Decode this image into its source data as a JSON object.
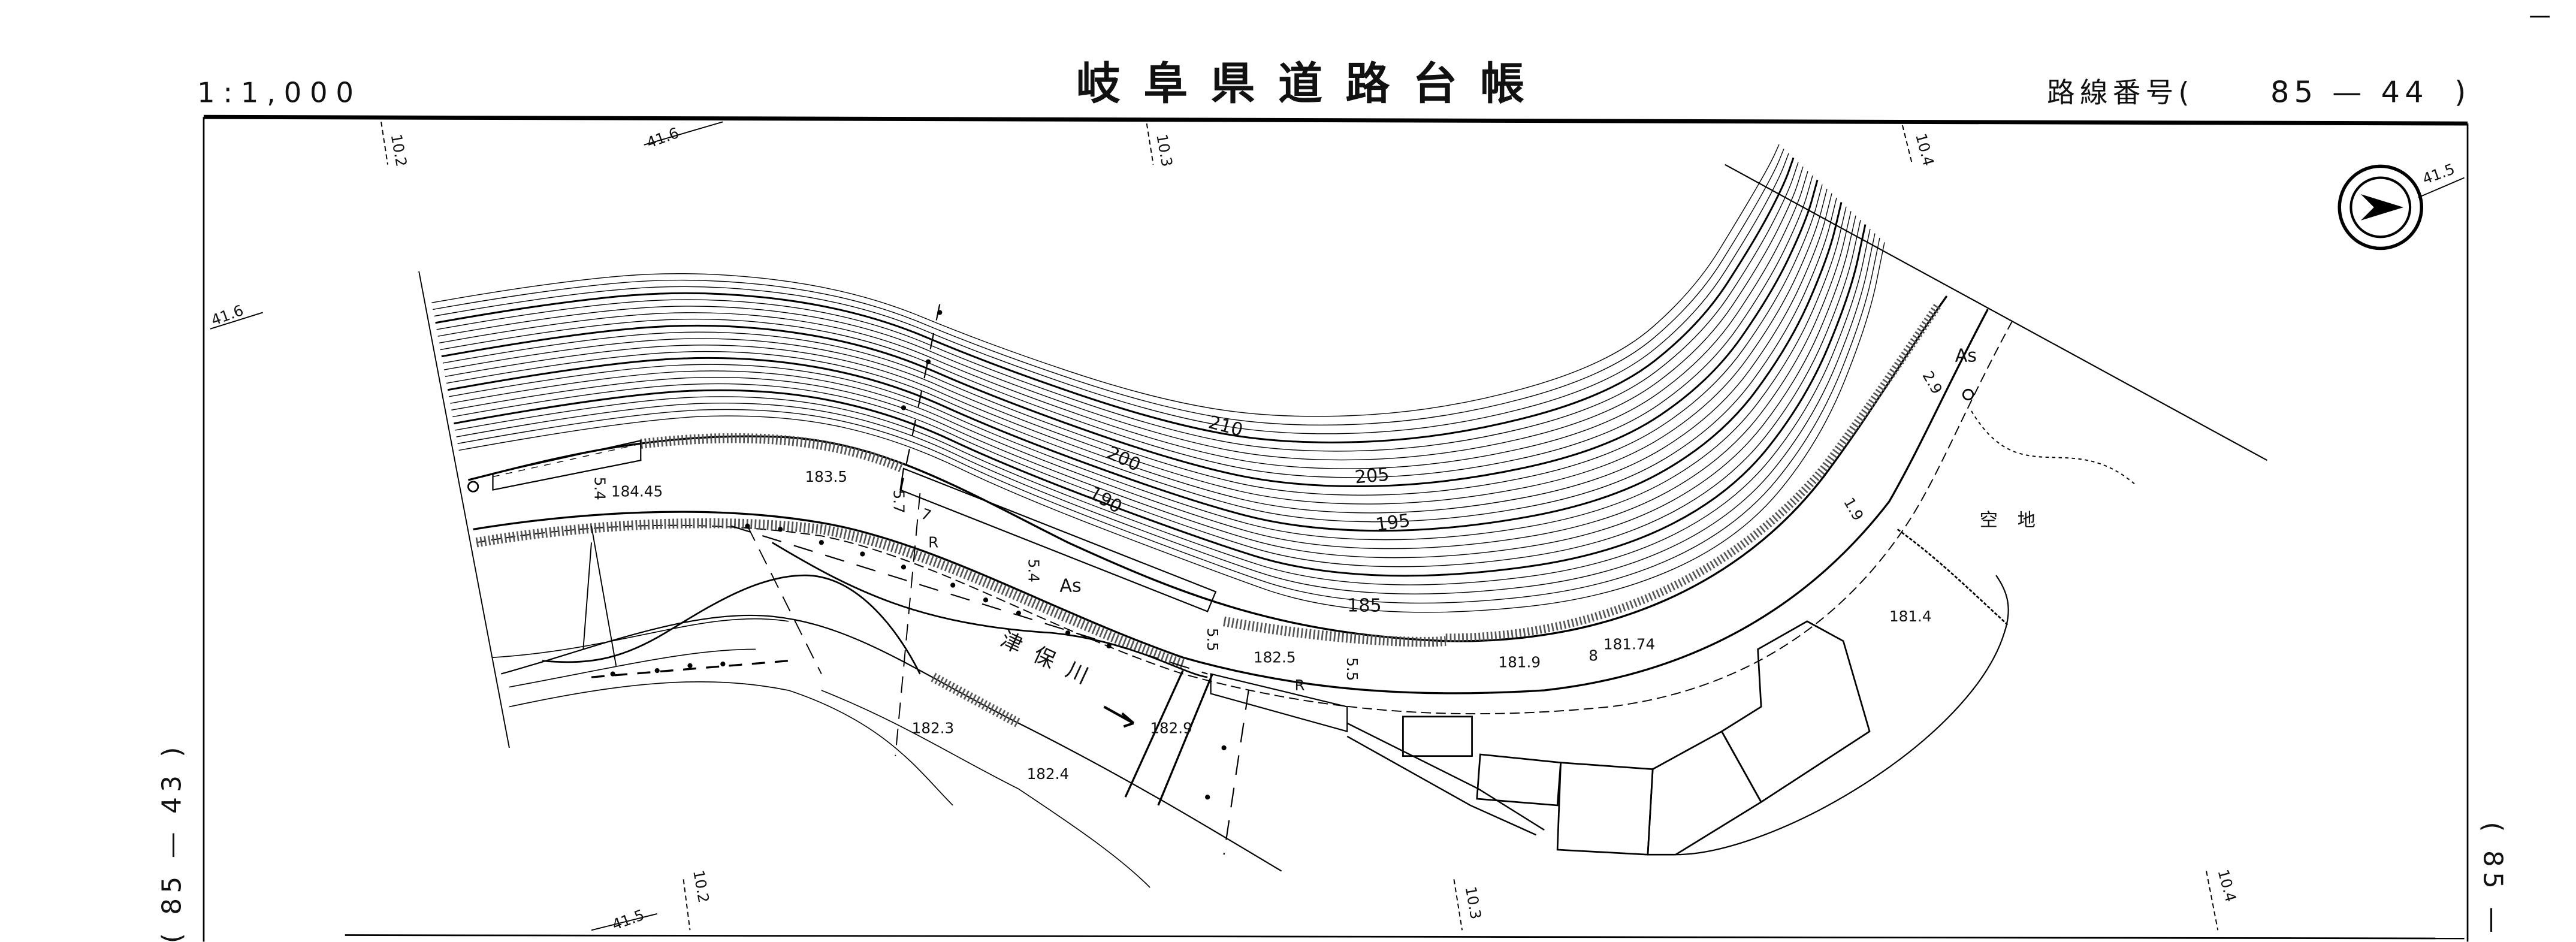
{
  "header": {
    "scale": "1:1,000",
    "title": "岐阜県道路台帳",
    "route_label": "路線番号(",
    "route_number": "85 — 44",
    "route_close": ")"
  },
  "adjacent_sheets": {
    "left": "( 85 — 43 )",
    "right": "( 85 —"
  },
  "grid_labels": {
    "top": [
      "10.2",
      "41.6",
      "10.3",
      "10.4",
      "41.5"
    ],
    "left": "41.6",
    "bottom": [
      "41.5",
      "10.2",
      "10.3",
      "10.4"
    ]
  },
  "contours": [
    "210",
    "205",
    "200",
    "195",
    "190",
    "185"
  ],
  "elevations": [
    "184.45",
    "183.5",
    "182.5",
    "182.9",
    "182.3",
    "182.4",
    "181.9",
    "181.74",
    "181.4"
  ],
  "places": {
    "river": "津保川",
    "vacant_lot": "空地"
  },
  "road_marks": {
    "pavement_1": "As",
    "pavement_2": "As",
    "guard_1": "R",
    "guard_2": "R",
    "width_1": "5.4",
    "width_2": "5.7",
    "width_3": "5.4",
    "width_4": "5.5",
    "width_5": "5.5",
    "width_6": "2.9",
    "width_7": "1.9",
    "lane_7": "7",
    "lane_8": "8"
  },
  "icons": {
    "north_arrow": "north-arrow-icon"
  }
}
